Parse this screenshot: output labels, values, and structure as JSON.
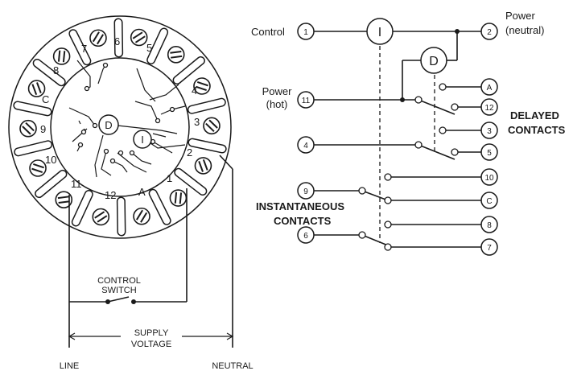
{
  "socket": {
    "pin_labels": [
      "1",
      "2",
      "3",
      "4",
      "5",
      "6",
      "7",
      "8",
      "C",
      "9",
      "10",
      "11",
      "12",
      "A"
    ],
    "coil_i": "I",
    "coil_d": "D",
    "control_switch": [
      "CONTROL",
      "SWITCH"
    ],
    "supply_voltage": [
      "SUPPLY",
      "VOLTAGE"
    ],
    "line": "LINE",
    "neutral": "NEUTRAL"
  },
  "schematic": {
    "control": "Control",
    "power_neutral": [
      "Power",
      "(neutral)"
    ],
    "power_hot": [
      "Power",
      "(hot)"
    ],
    "coil_i": "I",
    "coil_d": "D",
    "delayed_contacts": [
      "DELAYED",
      "CONTACTS"
    ],
    "instantaneous_contacts": [
      "INSTANTANEOUS",
      "CONTACTS"
    ],
    "terminals": {
      "t1": "1",
      "t2": "2",
      "t11": "11",
      "tA": "A",
      "t12": "12",
      "t3": "3",
      "t4": "4",
      "t5": "5",
      "t10": "10",
      "t9": "9",
      "tC": "C",
      "t8": "8",
      "t6": "6",
      "t7": "7"
    }
  }
}
